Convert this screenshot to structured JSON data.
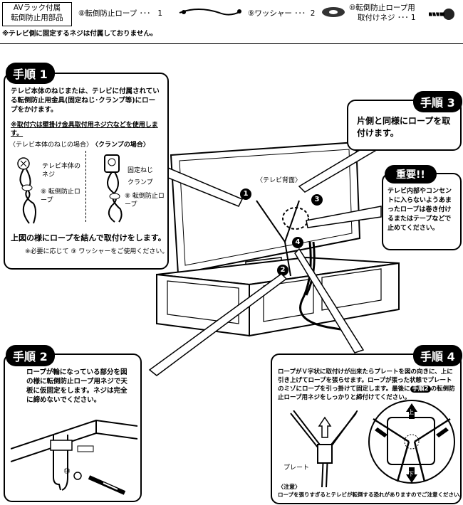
{
  "parts": {
    "box_line1": "AVラック付属",
    "box_line2": "転倒防止用部品",
    "item8_num": "⑧",
    "item8_label": "転倒防止ロープ ･･･",
    "item8_qty": "1",
    "item9_num": "⑨",
    "item9_label": "ワッシャー ･･･",
    "item9_qty": "2",
    "item10_num": "⑩",
    "item10_label_line1": "転倒防止ロープ用",
    "item10_label_line2": "取付けネジ ･･･ 1",
    "note": "※テレビ側に固定するネジは付属しておりません。"
  },
  "step1": {
    "badge": "手順 1",
    "text": "テレビ本体のねじまたは、テレビに付属されている転倒防止用金具(固定ねじ･クランプ等)にロープをかけます。",
    "note": "※取付穴は壁掛け金具取付用ネジ穴などを使用します。",
    "left_heading": "〈テレビ本体のねじの場合〉",
    "right_heading": "〈クランプの場合〉",
    "label_tv_screw": "テレビ本体のネジ",
    "label_rope_left": "⑧ 転倒防止ロープ",
    "label_fixing_screw": "固定ねじ",
    "label_clamp": "クランプ",
    "label_rope_right": "⑧ 転倒防止ロープ",
    "footer": "上図の様にロープを結んで取付けをします。",
    "washer_note": "※必要に応じて ⑨ ワッシャーをご使用ください。"
  },
  "step3": {
    "badge": "手順 3",
    "text": "片側と同様にロープを取付けます。"
  },
  "important": {
    "badge": "重要!!",
    "text": "テレビ内部やコンセントに入らないようあまったロープは巻き付けるまたはテープなどで止めてください。"
  },
  "tv": {
    "label": "〈テレビ背面〉",
    "markers": [
      "1",
      "2",
      "3",
      "4"
    ]
  },
  "step2": {
    "badge": "手順 2",
    "text": "ロープが輪になっている部分を図の様に転倒防止ロープ用ネジで天板に仮固定をします。ネジは完全に締めないでください。",
    "screw_label": "⑩"
  },
  "step4": {
    "badge": "手順 4",
    "text_pre": "ロープがＶ字状に取付けが出来たらプレートを図の向きに、上に引き上げてロープを張らせます。ロープが張った状態でプレートのミゾにロープを引っ掛けて固定します。最後に",
    "text_ref": "手順2",
    "text_post": "の転倒防止ロープ用ネジをしっかりと締付けてください。",
    "plate_label": "プレート",
    "up_label": "上",
    "down_label": "下",
    "caution_title": "〈注意〉",
    "caution_text": "ロープを張りすぎるとテレビが転倒する恐れがありますのでご注意ください。"
  }
}
